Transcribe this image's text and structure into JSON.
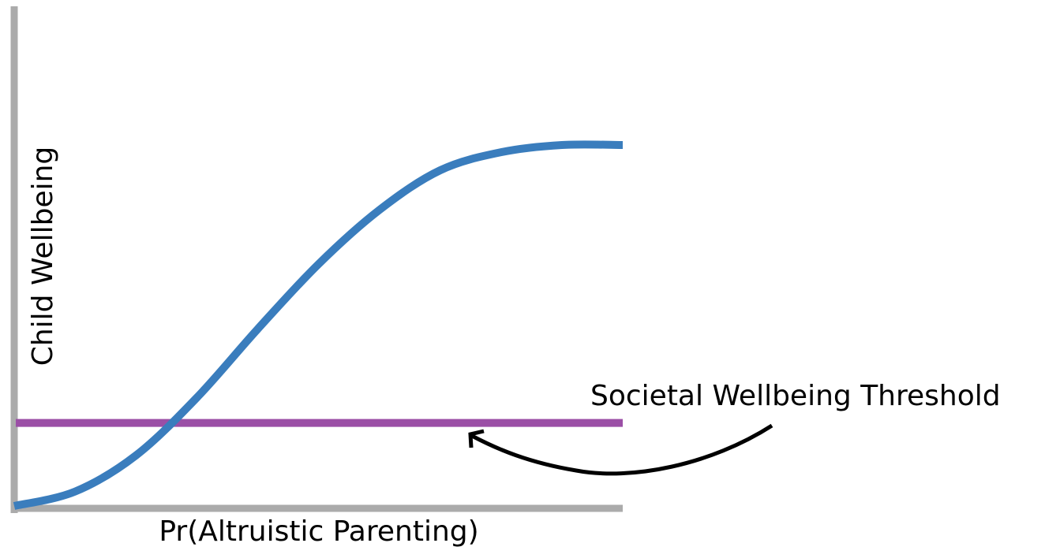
{
  "chart_data": {
    "type": "line",
    "xlabel": "Pr(Altruistic Parenting)",
    "ylabel": "Child Wellbeing",
    "ticks_shown": false,
    "grid": false,
    "xlim": [
      0,
      1
    ],
    "ylim": [
      0,
      1
    ],
    "series": [
      {
        "kind": "sigmoid-curve",
        "color": "#3a7dbd",
        "x": [
          0,
          0.1,
          0.2,
          0.3,
          0.4,
          0.5,
          0.6,
          0.7,
          0.8,
          0.9,
          1.0
        ],
        "y": [
          0,
          0.04,
          0.14,
          0.3,
          0.49,
          0.67,
          0.82,
          0.93,
          0.98,
          1.0,
          1.0
        ]
      },
      {
        "kind": "horizontal-line",
        "color": "#9b4fa6",
        "y": 0.23
      }
    ],
    "annotations": [
      {
        "text": "Societal Wellbeing Threshold",
        "arrow_target": "threshold-line",
        "color": "#000000"
      }
    ],
    "colors": {
      "axis": "#ababab",
      "curve": "#3a7dbd",
      "threshold": "#9b4fa6",
      "arrow": "#000000"
    }
  }
}
